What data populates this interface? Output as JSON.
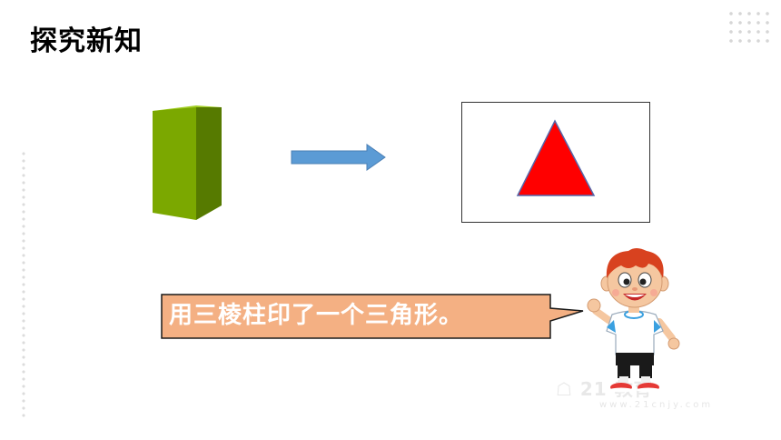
{
  "title": "探究新知",
  "bubble": {
    "text": "用三棱柱印了一个三角形。"
  },
  "colors": {
    "prism_front": "#7ba800",
    "prism_side": "#567a00",
    "prism_top": "#a3cf25",
    "arrow": "#5b9bd5",
    "triangle": "#ff0000",
    "bubble_fill": "#f4b083"
  },
  "icons": {
    "prism": "triangular-prism-icon",
    "arrow": "right-arrow-icon",
    "triangle": "triangle-icon",
    "character": "cartoon-boy"
  }
}
